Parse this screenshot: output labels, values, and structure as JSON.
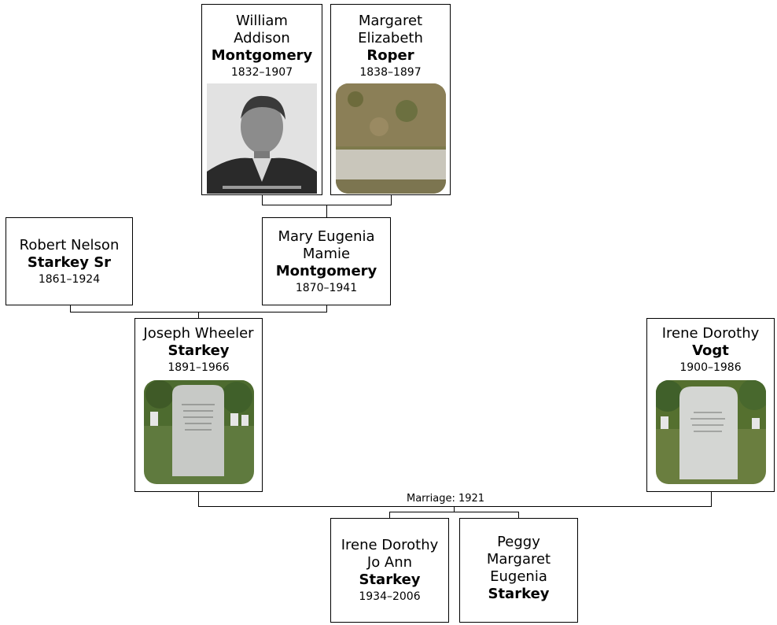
{
  "people": {
    "william": {
      "given": "William\nAddison",
      "surname": "Montgomery",
      "dates": "1832–1907"
    },
    "margaret": {
      "given": "Margaret\nElizabeth",
      "surname": "Roper",
      "dates": "1838–1897"
    },
    "robert": {
      "given": "Robert Nelson",
      "surname": "Starkey Sr",
      "dates": "1861–1924"
    },
    "mary": {
      "given": "Mary Eugenia\nMamie",
      "surname": "Montgomery",
      "dates": "1870–1941"
    },
    "joseph": {
      "given": "Joseph Wheeler",
      "surname": "Starkey",
      "dates": "1891–1966"
    },
    "irene": {
      "given": "Irene Dorothy",
      "surname": "Vogt",
      "dates": "1900–1986"
    },
    "irene_jo": {
      "given": "Irene Dorothy\nJo Ann",
      "surname": "Starkey",
      "dates": "1934–2006"
    },
    "peggy": {
      "given": "Peggy\nMargaret\nEugenia",
      "surname": "Starkey",
      "dates": ""
    }
  },
  "marriage_label": "Marriage: 1921",
  "colors": {
    "border": "#000000",
    "background": "#ffffff"
  }
}
